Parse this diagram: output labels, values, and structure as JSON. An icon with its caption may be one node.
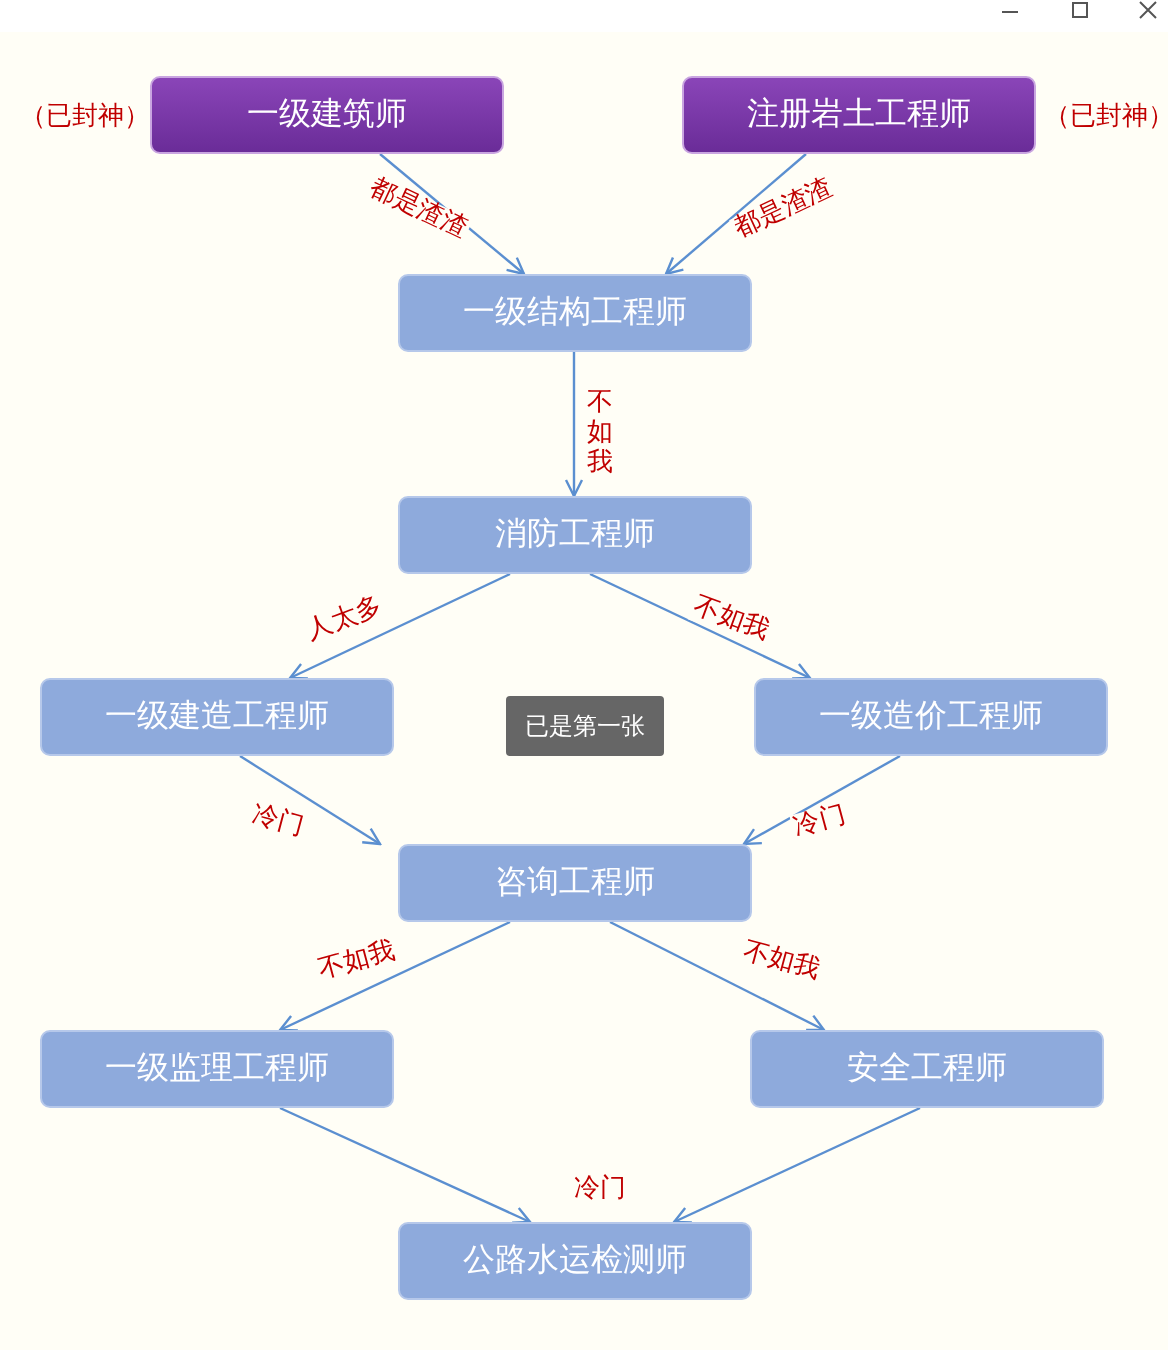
{
  "diagram": {
    "nodes": [
      {
        "text": [
          "一级建筑师"
        ],
        "beside": [
          "（已封神）"
        ]
      },
      {
        "text": [
          "注册岩土工程师"
        ],
        "beside": [
          "（已封神）"
        ]
      },
      {
        "text": [
          "一级结构工程师"
        ]
      },
      {
        "text": [
          "消防工程师"
        ]
      },
      {
        "text": [
          "一级建造工程师"
        ]
      },
      {
        "text": [
          "一级造价工程师"
        ]
      },
      {
        "text": [
          "咨询工程师"
        ]
      },
      {
        "text": [
          "一级监理工程师"
        ]
      },
      {
        "text": [
          "安全工程师"
        ]
      },
      {
        "text": [
          "公路水运检测师"
        ]
      }
    ],
    "edges": [
      {
        "from": 0,
        "to": 2,
        "arrow": "to",
        "label": "都是渣渣"
      },
      {
        "from": 1,
        "to": 2,
        "arrow": "to",
        "label": "都是渣渣"
      },
      {
        "from": 2,
        "to": 3,
        "arrow": "to",
        "label": "不如我"
      },
      {
        "from": 3,
        "to": 4,
        "arrow": "to",
        "label": "人太多"
      },
      {
        "from": 3,
        "to": 5,
        "arrow": "to",
        "label": "不如我"
      },
      {
        "from": 4,
        "to": 6,
        "arrow": "to",
        "label": "冷门"
      },
      {
        "from": 5,
        "to": 6,
        "arrow": "to",
        "label": "冷门"
      },
      {
        "from": 6,
        "to": 7,
        "arrow": "to",
        "label": "不如我"
      },
      {
        "from": 6,
        "to": 8,
        "arrow": "to",
        "label": "不如我"
      },
      {
        "from": 7,
        "to": 9,
        "arrow": "to"
      },
      {
        "from": 8,
        "to": 9,
        "arrow": "to",
        "label": "冷门"
      }
    ],
    "labels": [
      "已是第一张"
    ]
  }
}
